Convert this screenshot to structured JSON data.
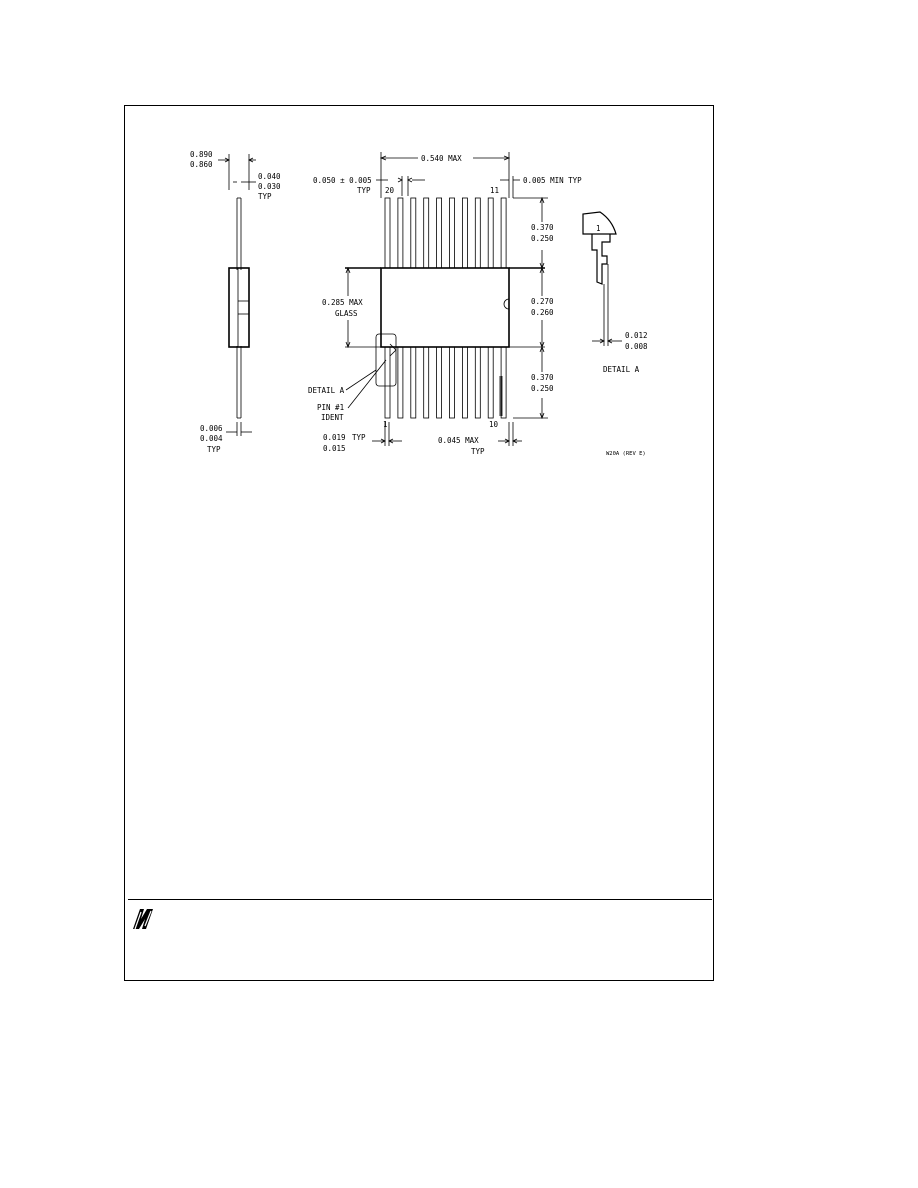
{
  "frame": {
    "footer": {
      "logo": "national-semiconductor-logo"
    }
  },
  "drawing": {
    "side_view": {
      "total_width": [
        "0.890",
        "0.860"
      ],
      "lead_width": [
        "0.040",
        "0.030",
        "TYP"
      ],
      "lead_thickness": [
        "0.006",
        "0.004",
        "TYP"
      ]
    },
    "top_view": {
      "body_width": "0.540 MAX",
      "lead_pitch": [
        "0.050 ± 0.005",
        "TYP"
      ],
      "end_clearance": "0.005 MIN TYP",
      "upper_lead_length": [
        "0.370",
        "0.250"
      ],
      "body_height": [
        "0.270",
        "0.260"
      ],
      "lower_lead_length": [
        "0.370",
        "0.250"
      ],
      "glass_width": [
        "0.285 MAX",
        "GLASS"
      ],
      "lead_span_width": [
        "0.019",
        "0.015"
      ],
      "lead_span_typ": "TYP",
      "end_lead_width": [
        "0.045 MAX",
        "TYP"
      ],
      "detail_callout": "DETAIL A",
      "pin1_callout": [
        "PIN #1",
        "IDENT"
      ],
      "pin_numbers": {
        "top_left": "20",
        "top_right": "11",
        "bottom_left": "1",
        "bottom_right": "10"
      }
    },
    "detail_a": {
      "title": "DETAIL A",
      "pin_label": "1",
      "dimension": [
        "0.012",
        "0.008"
      ]
    },
    "drawing_number": "W20A (REV E)"
  }
}
